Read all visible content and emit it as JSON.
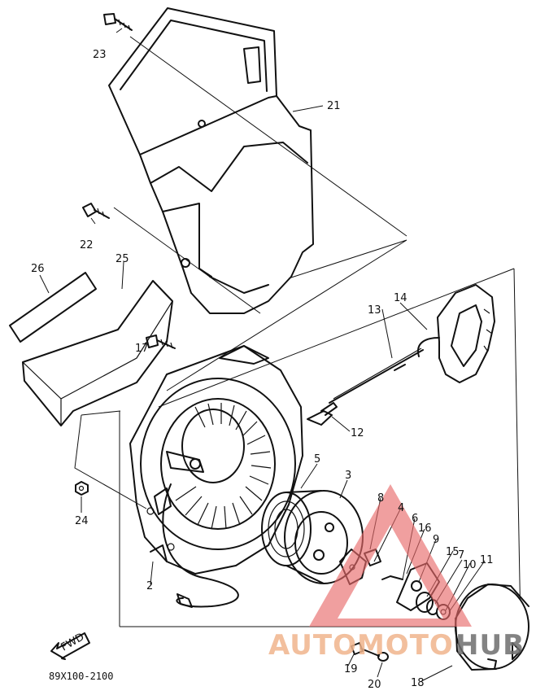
{
  "diagram": {
    "code": "89X100-2100",
    "fwd_label": "FWD",
    "callouts": {
      "c1": "2",
      "c2": "3",
      "c3": "4",
      "c4": "5",
      "c5": "6",
      "c6": "7",
      "c7": "8",
      "c8": "9",
      "c9": "10",
      "c10": "11",
      "c11": "12",
      "c12": "13",
      "c13": "14",
      "c14": "15",
      "c15": "16",
      "c16": "17",
      "c17": "18",
      "c18": "19",
      "c19": "20",
      "c20": "21",
      "c21": "22",
      "c22": "23",
      "c23": "24",
      "c24": "25",
      "c25": "26"
    }
  },
  "watermark": {
    "text_a": "AUTOMOTO",
    "text_b": "HUB",
    "color_a": "#f0b48c",
    "color_b": "#6e6e6e",
    "logo_color": "#e86a6a"
  }
}
